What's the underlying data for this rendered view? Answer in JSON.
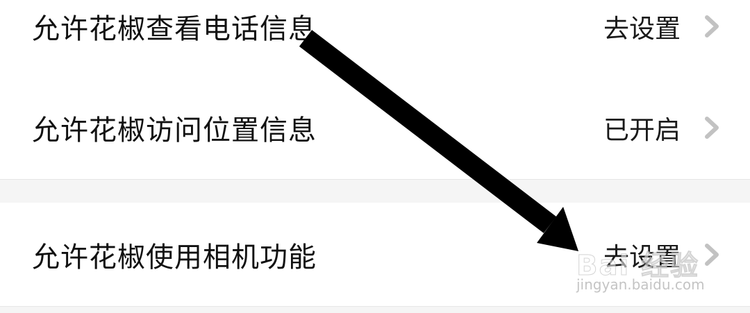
{
  "permissions": [
    {
      "label": "允许花椒查看电话信息",
      "status": "去设置"
    },
    {
      "label": "允许花椒访问位置信息",
      "status": "已开启"
    },
    {
      "label": "允许花椒使用相机功能",
      "status": "去设置"
    }
  ],
  "colors": {
    "background": "#f5f5f5",
    "row": "#ffffff",
    "text": "#111111",
    "chevron": "#c2c2c2",
    "arrow": "#000000"
  },
  "icons": {
    "chevron": "chevron-right-icon",
    "annotation": "arrow-annotation-icon"
  },
  "watermark": {
    "brand": "Bai 经验",
    "url": "jingyan.baidu.com"
  }
}
